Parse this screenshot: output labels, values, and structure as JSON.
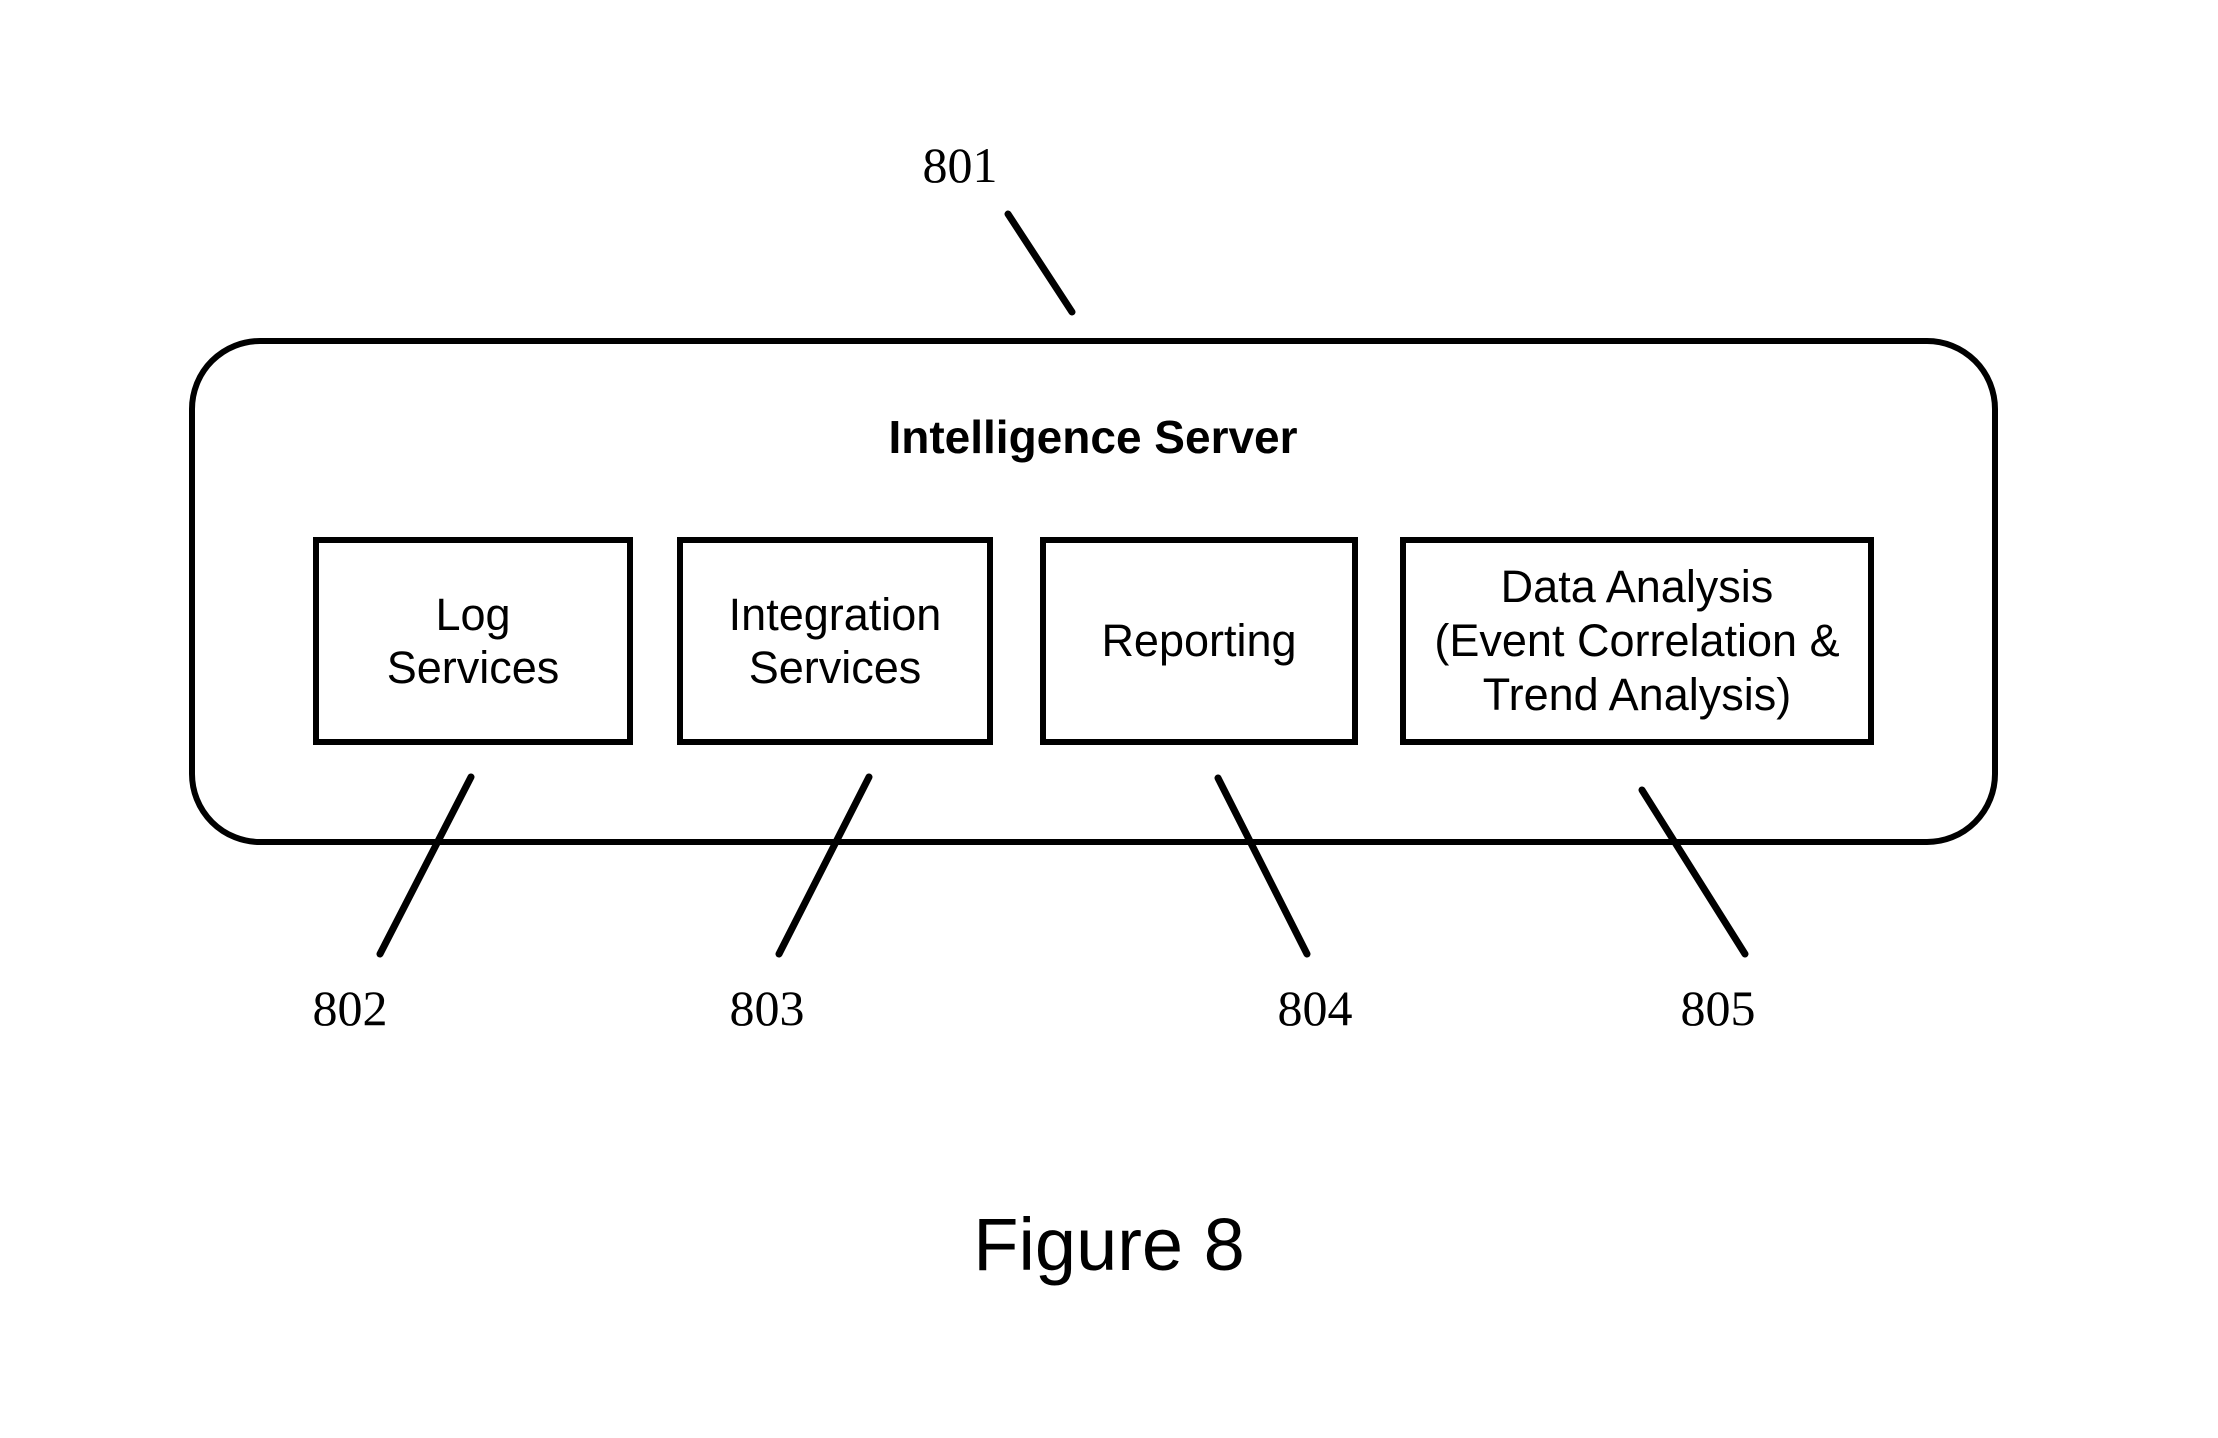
{
  "figure": {
    "caption": "Figure 8",
    "title": "Intelligence Server",
    "title_ref": "801"
  },
  "colors": {
    "stroke": "#000000",
    "background": "#ffffff",
    "text": "#000000"
  },
  "modules": [
    {
      "ref": "802",
      "lines": [
        "Log",
        "Services"
      ],
      "line_count": 2
    },
    {
      "ref": "803",
      "lines": [
        "Integration",
        "Services"
      ],
      "line_count": 2
    },
    {
      "ref": "804",
      "lines": [
        "Reporting"
      ],
      "line_count": 1
    },
    {
      "ref": "805",
      "lines": [
        "Data Analysis",
        "(Event Correlation &",
        "Trend Analysis)"
      ],
      "line_count": 3
    }
  ]
}
